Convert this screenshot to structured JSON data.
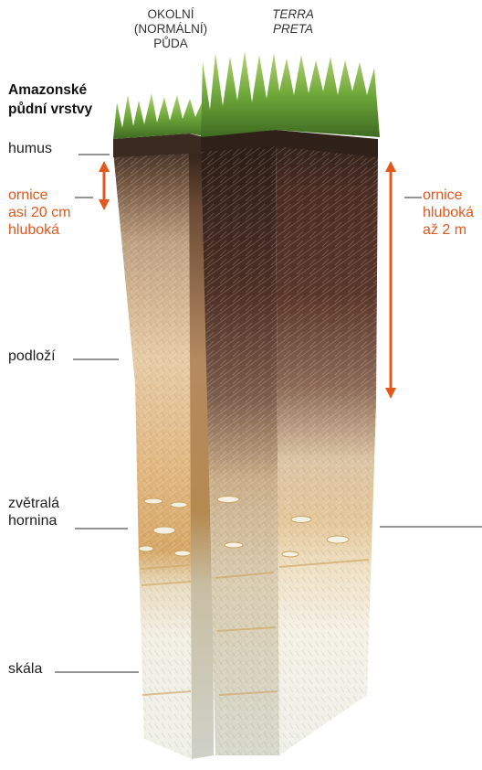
{
  "title": "Amazonské půdní vrstvy",
  "columns": {
    "normal": {
      "line1": "OKOLNÍ",
      "line2": "(NORMÁLNÍ)",
      "line3": "PŮDA"
    },
    "terra": {
      "line1": "TERRA",
      "line2": "PRETA"
    }
  },
  "labels": {
    "humus": "humus",
    "topsoil_normal": {
      "line1": "ornice",
      "line2": "asi 20 cm",
      "line3": "hluboká"
    },
    "subsoil": "podloží",
    "weathered": {
      "line1": "zvětralá",
      "line2": "hornina"
    },
    "rock": "skála",
    "topsoil_terra": {
      "line1": "ornice",
      "line2": "hluboká",
      "line3": "až 2 m"
    }
  },
  "colors": {
    "accent": "#e4571d",
    "grass": "#6fa83a",
    "humus": "#3a2a20",
    "terra_topsoil": "#4a2c22",
    "normal_topsoil": "#a37a5c",
    "subsoil": "#d9b98a",
    "rock": "#eef0e8"
  }
}
